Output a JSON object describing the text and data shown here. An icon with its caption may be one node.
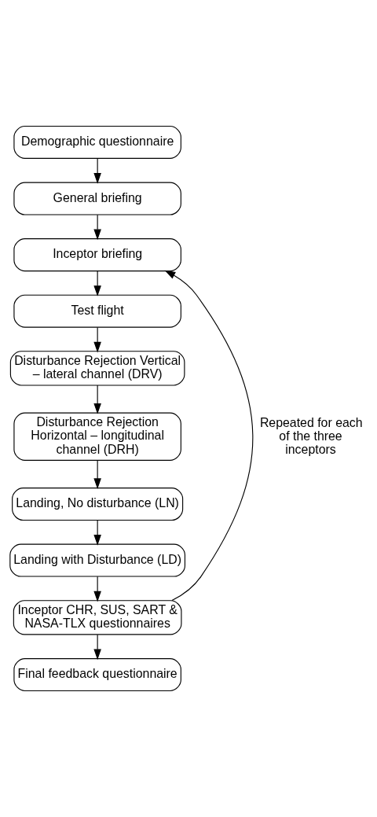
{
  "diagram": {
    "nodes": [
      {
        "text": [
          "Demographic questionnaire"
        ]
      },
      {
        "text": [
          "General briefing"
        ]
      },
      {
        "text": [
          "Inceptor briefing"
        ]
      },
      {
        "text": [
          "Test flight"
        ]
      },
      {
        "text": [
          "Disturbance Rejection Vertical – lateral channel (DRV)"
        ]
      },
      {
        "text": [
          "Disturbance Rejection Horizontal – longitudinal channel (DRH)"
        ]
      },
      {
        "text": [
          "Landing, No disturbance (LN)"
        ]
      },
      {
        "text": [
          "Landing with Disturbance (LD)"
        ]
      },
      {
        "text": [
          "Inceptor CHR, SUS, SART & NASA-TLX questionnaires"
        ]
      },
      {
        "text": [
          "Final feedback questionnaire"
        ]
      }
    ],
    "edges": [
      {
        "from": 0,
        "to": 1,
        "arrow": "to"
      },
      {
        "from": 1,
        "to": 2,
        "arrow": "to"
      },
      {
        "from": 2,
        "to": 3,
        "arrow": "to"
      },
      {
        "from": 3,
        "to": 4,
        "arrow": "to"
      },
      {
        "from": 4,
        "to": 5,
        "arrow": "to"
      },
      {
        "from": 5,
        "to": 6,
        "arrow": "to"
      },
      {
        "from": 6,
        "to": 7,
        "arrow": "to"
      },
      {
        "from": 7,
        "to": 8,
        "arrow": "to"
      },
      {
        "from": 8,
        "to": 2,
        "arrow": "to",
        "label": "Repeated for each of the three inceptors"
      },
      {
        "from": 8,
        "to": 9,
        "arrow": "to"
      }
    ]
  }
}
